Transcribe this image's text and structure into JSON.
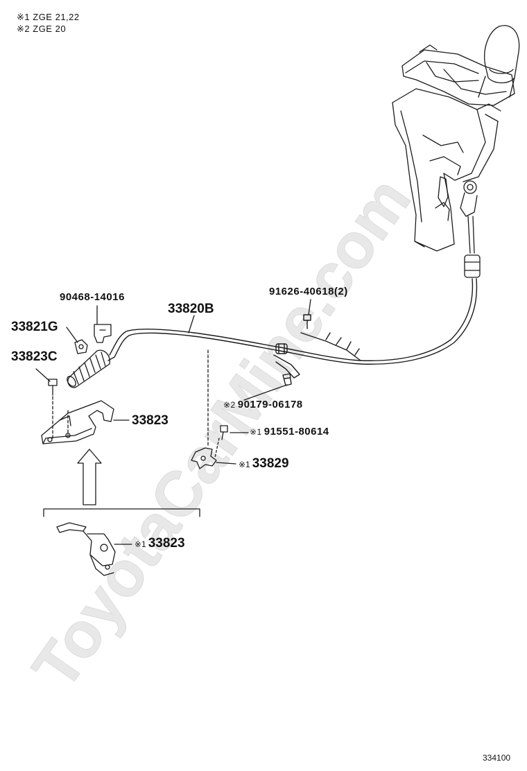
{
  "notes": [
    {
      "mark": "※1",
      "text": "ZGE 21,22"
    },
    {
      "mark": "※2",
      "text": "ZGE 20"
    }
  ],
  "parts": {
    "p_90468": "90468-14016",
    "p_33820B": "33820B",
    "p_91626": "91626-40618(2)",
    "p_33821G": "33821G",
    "p_33823C": "33823C",
    "p_33823_upper": "33823",
    "p_90179": "90179-06178",
    "p_90179_mark": "※2",
    "p_91551": "91551-80614",
    "p_91551_mark": "※1",
    "p_33829": "33829",
    "p_33829_mark": "※1",
    "p_33823_lower": "33823",
    "p_33823_lower_mark": "※1"
  },
  "watermark": "ToyotaCarMine.com",
  "figure_number": "334100",
  "colors": {
    "line": "#1a1a1a",
    "watermark": "#e6e6e6"
  }
}
